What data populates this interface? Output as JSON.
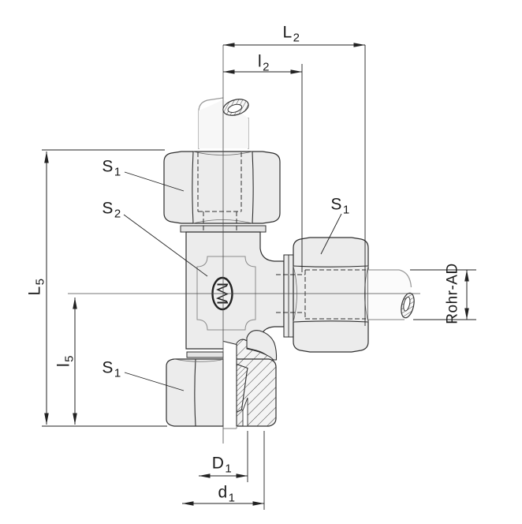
{
  "figure": {
    "kind": "technical-dimension-drawing",
    "labels": {
      "L2": {
        "base": "L",
        "sub": "2"
      },
      "l2": {
        "base": "l",
        "sub": "2"
      },
      "L5": {
        "base": "L",
        "sub": "5"
      },
      "l5": {
        "base": "l",
        "sub": "5"
      },
      "D1": {
        "base": "D",
        "sub": "1"
      },
      "d1": {
        "base": "d",
        "sub": "1"
      },
      "rohr_ad": "Rohr-AD",
      "s1_top": {
        "base": "S",
        "sub": "1"
      },
      "s2_body": {
        "base": "S",
        "sub": "2"
      },
      "s1_right": {
        "base": "S",
        "sub": "1"
      },
      "s1_bottom": {
        "base": "S",
        "sub": "1"
      }
    },
    "colors": {
      "line": "#2f2f2f",
      "metal_fill": "#ececec",
      "metal_light": "#f7f7f7",
      "tube_line": "#9b9b9b",
      "hatch_line": "#3a3a3a",
      "background": "#ffffff"
    }
  }
}
